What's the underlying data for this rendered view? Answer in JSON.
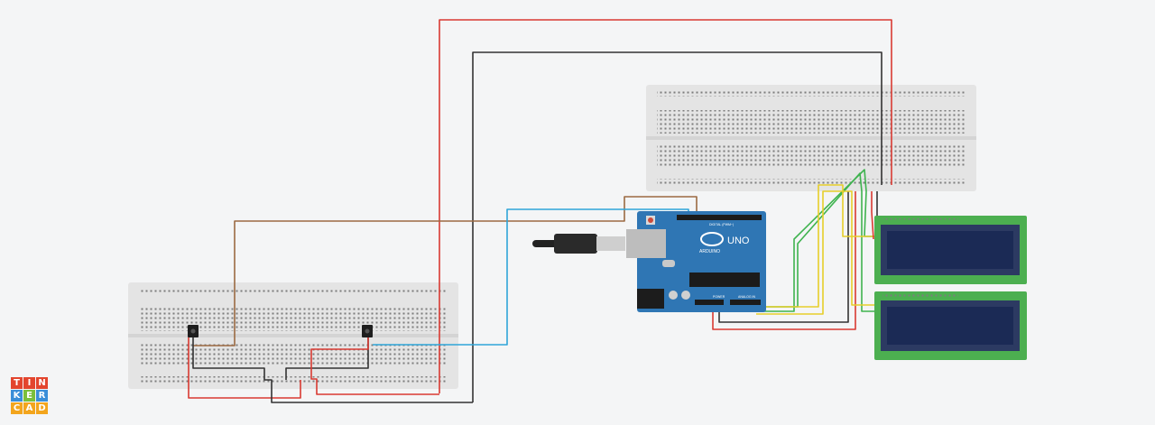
{
  "arduino": {
    "brand": "UNO",
    "maker": "ARDUINO",
    "digital_label": "DIGITAL (PWM~)",
    "power_label": "POWER",
    "analog_label": "ANALOG IN"
  },
  "logo": {
    "letters": [
      "T",
      "I",
      "N",
      "K",
      "E",
      "R",
      "C",
      "A",
      "D"
    ],
    "colors": [
      "#e3452e",
      "#e3452e",
      "#e3452e",
      "#3a8ed8",
      "#7bbf3b",
      "#3a8ed8",
      "#f3a51d",
      "#f3a51d",
      "#f3a51d"
    ]
  },
  "colors": {
    "canvas": "#f4f5f6",
    "breadboard": "#e4e4e4",
    "arduino_board": "#2f76b4",
    "lcd_pcb": "#4caf50",
    "lcd_screen": "#1b2a55",
    "wire_red": "#d93a32",
    "wire_black": "#333333",
    "wire_brown": "#9b6a42",
    "wire_blue": "#2ea5d8",
    "wire_green": "#3fb34f",
    "wire_yellow": "#e6cf2a"
  }
}
